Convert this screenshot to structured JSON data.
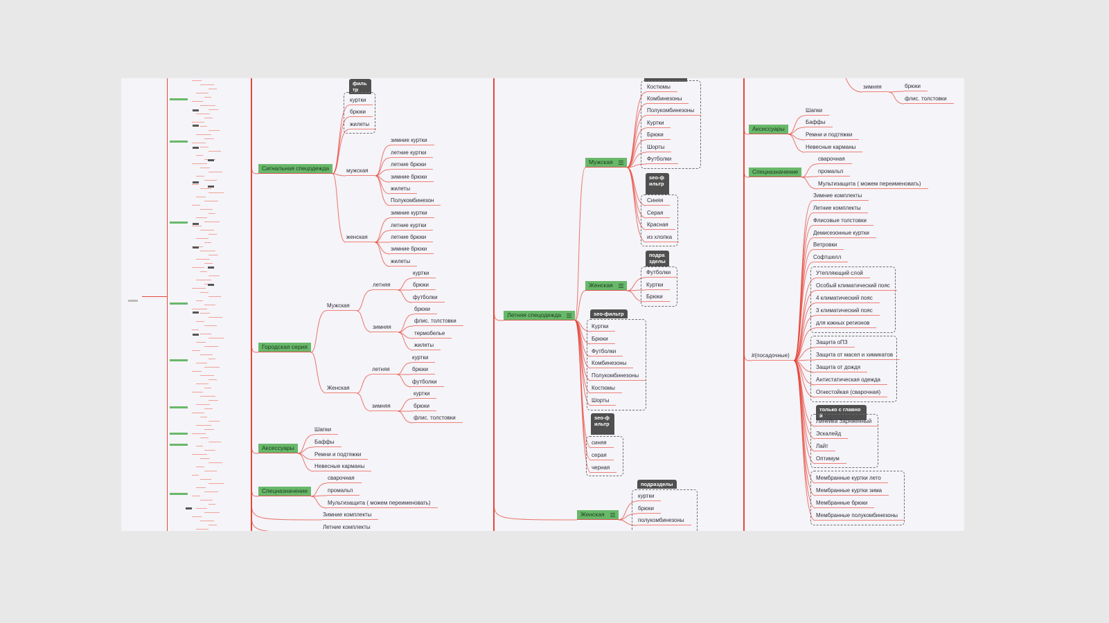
{
  "colors": {
    "branch": "#e5473b",
    "topic": "#68b86a",
    "tag": "#4f4f4f",
    "background": "#e8e8e8"
  },
  "panel2": {
    "signal": {
      "label": "Сигнальная спецодежда",
      "filter_tag": "фильтр",
      "filter": [
        "куртки",
        "брюки",
        "жилеты"
      ],
      "men": {
        "label": "мужская",
        "items": [
          "зимние куртки",
          "летние куртки",
          "летние брюки",
          "зимние брюки",
          "жилеты",
          "Полукомбинезон"
        ]
      },
      "women": {
        "label": "женская",
        "items": [
          "зимние куртки",
          "летние куртки",
          "летние брюки",
          "зимние брюки",
          "жилеты"
        ]
      }
    },
    "city": {
      "label": "Городская серия",
      "men": {
        "label": "Мужская",
        "summer": {
          "label": "летняя",
          "items": [
            "куртки",
            "брюки",
            "футболки"
          ]
        },
        "winter": {
          "label": "зимняя",
          "items": [
            "брюки",
            "флис. толстовки",
            "термобелье",
            "жилеты"
          ]
        }
      },
      "women": {
        "label": "Женская",
        "summer": {
          "label": "летняя",
          "items": [
            "куртки",
            "брюки",
            "футболки"
          ]
        },
        "winter": {
          "label": "зимняя",
          "items": [
            "куртки",
            "брюки",
            "флис. толстовки"
          ]
        }
      }
    },
    "acc": {
      "label": "Аксессуары",
      "items": [
        "Шапки",
        "Баффы",
        "Ремни и подтяжки",
        "Невесные карманы"
      ]
    },
    "special": {
      "label": "Спецназначение",
      "items": [
        "сварочная",
        "промальп",
        "Мультизащита ( можем переименовать)"
      ]
    },
    "tail": [
      "Зимние комплекты",
      "Летние комплекты"
    ]
  },
  "panel3": {
    "summer": {
      "label": "Летняя спецодежда",
      "men": {
        "label": "Мужская",
        "types": [
          "Костюмы",
          "Комбинезоны",
          "Полукомбинезоны",
          "Куртки",
          "Брюки",
          "Шорты",
          "Футболки"
        ],
        "seo_tag": "seo-фильтр",
        "colors": [
          "Синяя",
          "Серая",
          "Красная",
          "из хлопка"
        ]
      },
      "women": {
        "label": "Женская",
        "sub_tag": "подразделы",
        "sub": [
          "Футболки",
          "Куртки",
          "Брюки"
        ]
      },
      "types_tag": "seo-фильтр",
      "types": [
        "Куртки",
        "Брюки",
        "Футболки",
        "Комбинезоны",
        "Полукомбинезоны",
        "Костюмы",
        "Шорты"
      ],
      "colors_tag": "seo-фильтр",
      "colors": [
        "синяя",
        "серая",
        "черная"
      ]
    },
    "women2": {
      "label": "Женская",
      "sub_tag": "подразделы",
      "sub": [
        "куртки",
        "брюки",
        "полукомбинезоны"
      ]
    }
  },
  "panel4": {
    "winter": {
      "label": "зимняя",
      "items": [
        "брюки",
        "флис. толстовки"
      ]
    },
    "acc": {
      "label": "Аксессуары",
      "items": [
        "Шапки",
        "Баффы",
        "Ремни и подтяжки",
        "Невесные карманы"
      ]
    },
    "special": {
      "label": "Спецназначение",
      "items": [
        "сварочная",
        "промальп",
        "Мультизащита ( можем переименовать)"
      ]
    },
    "landing": {
      "label": "#(посадочные)",
      "items": [
        "Зимние комплекты",
        "Летние комплекты",
        "Флисовые толстовки",
        "Демисезонные куртки",
        "Ветровки",
        "Софтшелл"
      ],
      "climate": [
        "Утепляющий слой",
        "Особый климатический пояс",
        "4 климатический пояс",
        "3 климатический пояс",
        "для южных регионов"
      ],
      "protection": [
        "Защита оПЗ",
        "Защита от масел и химикатов",
        "Защита от дождя",
        "Антистатическая одежда",
        "Огнестойкая (сварочная)"
      ],
      "lines_tag": "только с главной",
      "lines": [
        "Линейка Заряженный",
        "Эскалейд",
        "Лайт",
        "Оптимум"
      ],
      "membrane": [
        "Мембранные куртки лето",
        "Мембранные куртки зима",
        "Мембранные брюки",
        "Мембранные полукомбинезоны"
      ]
    }
  }
}
